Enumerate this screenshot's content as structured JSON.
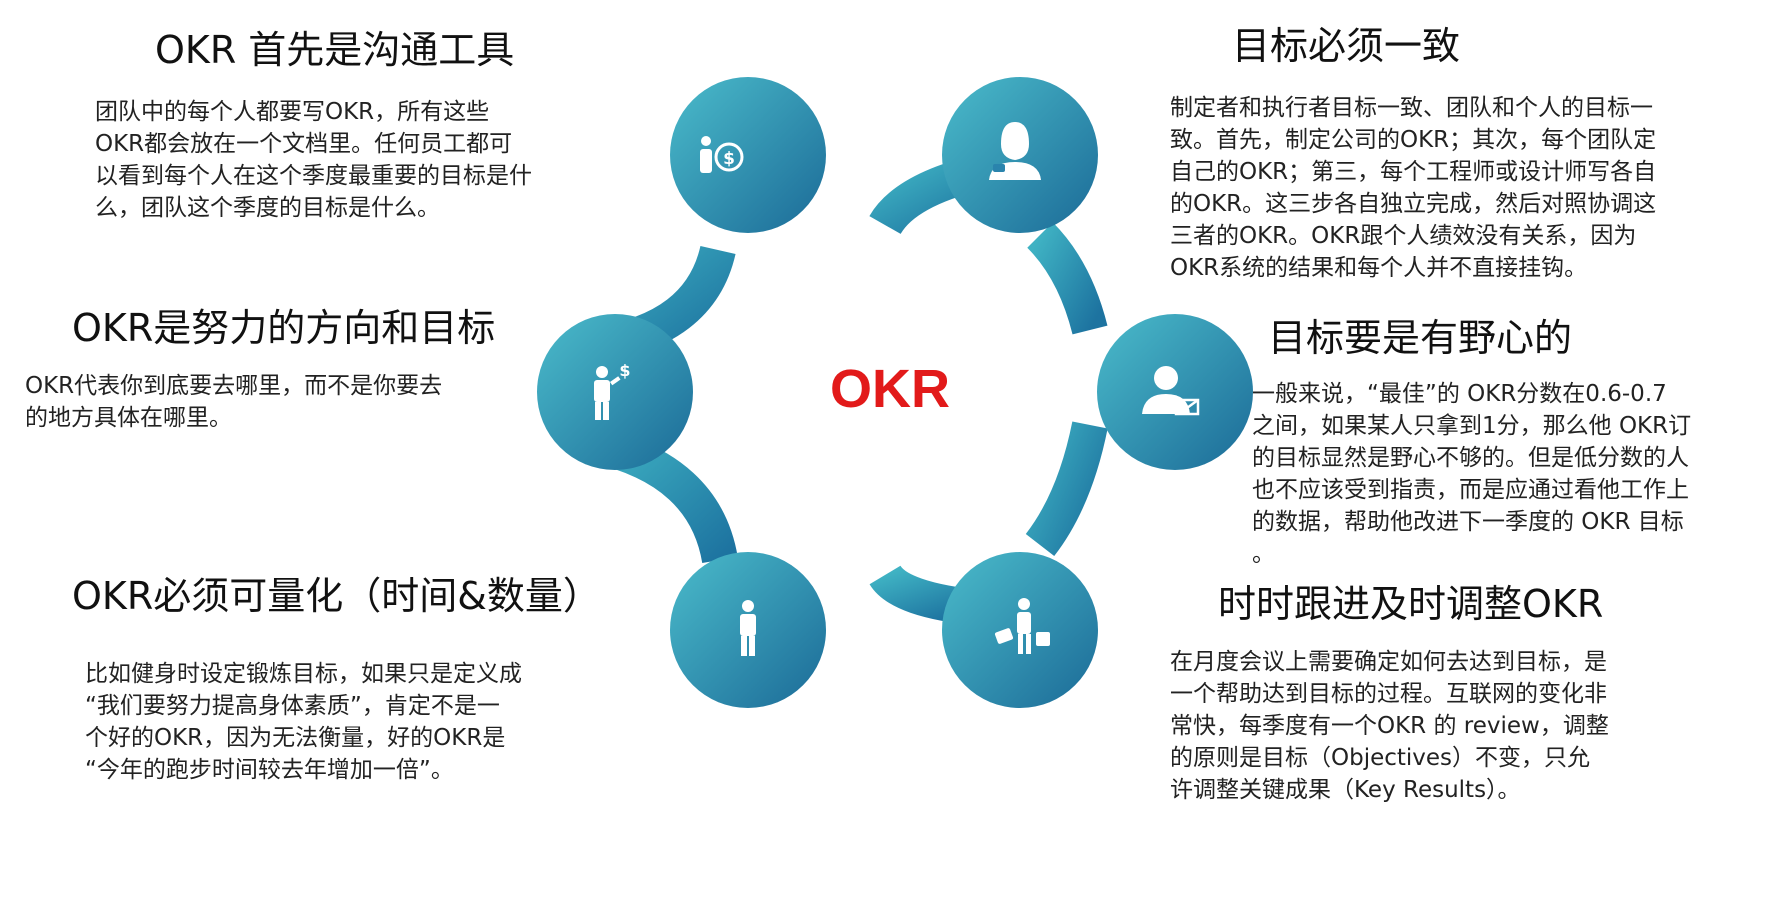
{
  "center": {
    "label": "OKR"
  },
  "sections": [
    {
      "title": "OKR 首先是沟通工具",
      "lines": [
        "团队中的每个人都要写OKR，所有这些",
        "OKR都会放在一个文档里。任何员工都可",
        "以看到每个人在这个季度最重要的目标是什",
        "么，团队这个季度的目标是什么。"
      ]
    },
    {
      "title": "目标必须一致",
      "lines": [
        "制定者和执行者目标一致、团队和个人的目标一",
        "致。首先，制定公司的OKR；其次，每个团队定",
        "自己的OKR；第三，每个工程师或设计师写各自",
        "的OKR。这三步各自独立完成，然后对照协调这",
        "三者的OKR。OKR跟个人绩效没有关系，因为",
        "OKR系统的结果和每个人并不直接挂钩。"
      ]
    },
    {
      "title": "OKR是努力的方向和目标",
      "lines": [
        "OKR代表你到底要去哪里，而不是你要去",
        "的地方具体在哪里。"
      ]
    },
    {
      "title": "目标要是有野心的",
      "lines": [
        "一般来说，“最佳”的 OKR分数在0.6-0.7",
        "之间，如果某人只拿到1分，那么他 OKR订",
        "的目标显然是野心不够的。但是低分数的人",
        "也不应该受到指责，而是应通过看他工作上",
        "的数据，帮助他改进下一季度的 OKR 目标",
        "。"
      ]
    },
    {
      "title": "OKR必须可量化（时间&数量）",
      "lines": [
        "比如健身时设定锻炼目标，如果只是定义成",
        "“我们要努力提高身体素质”，肯定不是一",
        "个好的OKR，因为无法衡量，好的OKR是",
        "“今年的跑步时间较去年增加一倍”。"
      ]
    },
    {
      "title": "时时跟进及时调整OKR",
      "lines": [
        "在月度会议上需要确定如何去达到目标，是",
        "一个帮助达到目标的过程。互联网的变化非",
        "常快，每季度有一个OKR 的 review，调整",
        "的原则是目标（Objectives）不变，只允",
        "许调整关键成果（Key Results）。"
      ]
    }
  ],
  "icons": [
    "person-money-icon",
    "woman-avatar-icon",
    "businessman-dollar-icon",
    "man-email-icon",
    "standing-man-icon",
    "traveler-luggage-icon"
  ],
  "colors": {
    "teal_light": "#45b4c6",
    "teal_dark": "#1d6f9b",
    "accent_red": "#e21a1a"
  }
}
